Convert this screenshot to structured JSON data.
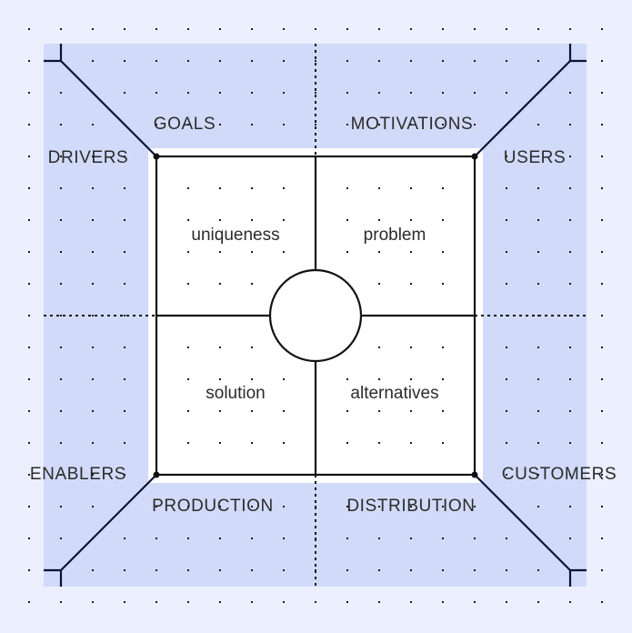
{
  "colors": {
    "background": "#eceffd",
    "band": "#d1daf9",
    "inner": "#ffffff",
    "line": "#111111",
    "diagonal": "#0e1233",
    "dot": "#1a1a1a"
  },
  "labels": {
    "goals": "GOALS",
    "motivations": "MOTIVATIONS",
    "drivers": "DRIVERS",
    "users": "USERS",
    "uniqueness": "uniqueness",
    "problem": "problem",
    "solution": "solution",
    "alternatives": "alternatives",
    "enablers": "ENABLERS",
    "customers": "CUSTOMERS",
    "production": "PRODUCTION",
    "distribution": "DISTRIBUTION"
  }
}
